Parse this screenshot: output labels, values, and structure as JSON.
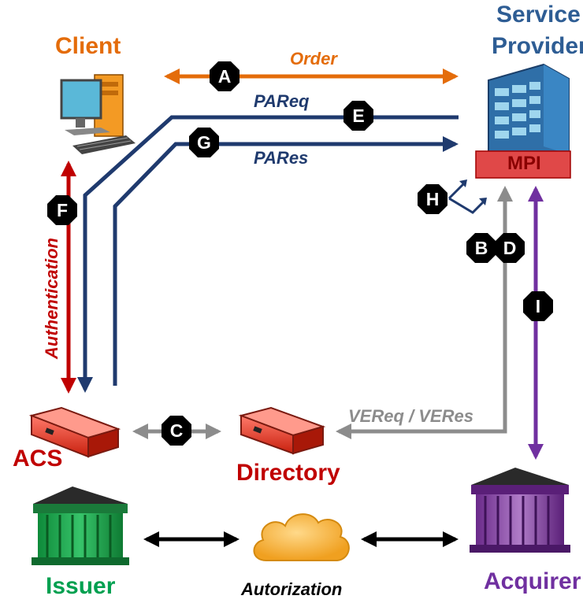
{
  "entities": {
    "client": "Client",
    "service_provider_line1": "Service",
    "service_provider_line2": "Provider",
    "mpi": "MPI",
    "acs": "ACS",
    "directory": "Directory",
    "issuer": "Issuer",
    "acquirer": "Acquirer",
    "authorization": "Autorization"
  },
  "flows": {
    "order": "Order",
    "pareq": "PAReq",
    "pares": "PARes",
    "authentication": "Authentication",
    "vereq_veres": "VEReq / VERes"
  },
  "steps": {
    "a": "A",
    "b": "B",
    "c": "C",
    "d": "D",
    "e": "E",
    "f": "F",
    "g": "G",
    "h": "H",
    "i": "I"
  },
  "colors": {
    "orange": "#e46c0a",
    "navy": "#1f3a6e",
    "red": "#c00000",
    "gray": "#8c8c8c",
    "purple": "#7030a0",
    "green": "#00a050",
    "blue_title": "#2e5d94"
  }
}
